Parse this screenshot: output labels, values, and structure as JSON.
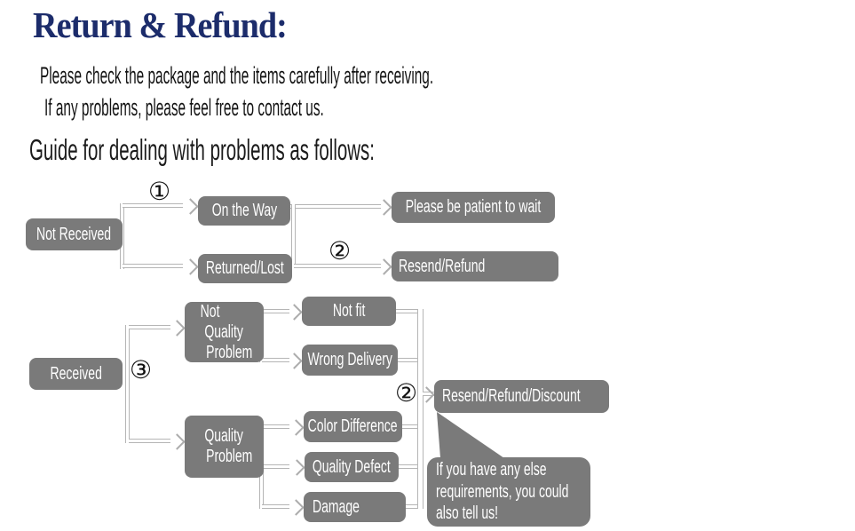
{
  "header": {
    "title": "Return & Refund:",
    "intro_line1": "Please check the package and the items carefully after receiving.",
    "intro_line2": "If any problems, please feel free to contact us.",
    "guide_heading": "Guide for dealing with problems as follows:"
  },
  "markers": {
    "step1": "①",
    "step2": "②",
    "step3": "③"
  },
  "nodes": {
    "not_received": "Not Received",
    "on_the_way": "On the Way",
    "returned_lost": "Returned/Lost",
    "please_wait": "Please be patient to wait",
    "resend_refund": "Resend/Refund",
    "received": "Received",
    "nqp_lines": [
      "Not",
      "Quality",
      "Problem"
    ],
    "qp_lines": [
      "Quality",
      "Problem"
    ],
    "not_fit": "Not fit",
    "wrong_delivery": "Wrong Delivery",
    "color_difference": "Color Difference",
    "quality_defect": "Quality Defect",
    "damage": "Damage",
    "resend_refund_discount": "Resend/Refund/Discount",
    "bubble_lines": [
      "If you have any else",
      "requirements, you could",
      "also tell us!"
    ]
  },
  "colors": {
    "title": "#1c2c6b",
    "node_fill": "#7a7a7a",
    "node_text": "#ffffff",
    "connector": "#b5b5b5",
    "marker_text": "#111111"
  }
}
